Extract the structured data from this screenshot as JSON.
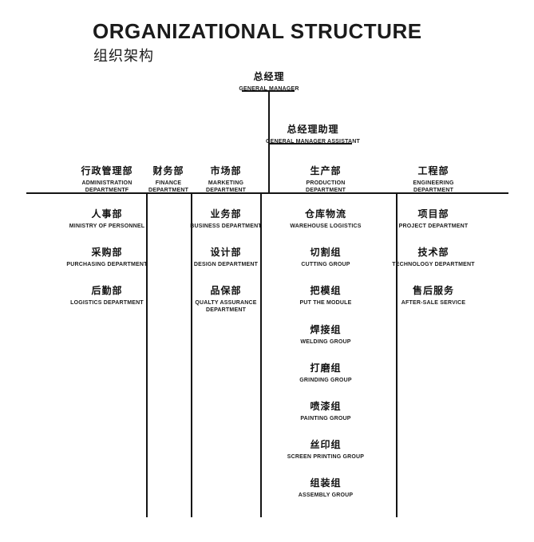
{
  "page": {
    "background": "#ffffff",
    "line_color": "#141414",
    "text_color": "#161616"
  },
  "header": {
    "title": "ORGANIZATIONAL STRUCTURE",
    "subtitle": "组织架构"
  },
  "org": {
    "root": {
      "zh": "总经理",
      "en": "GENERAL MANAGER"
    },
    "assistant": {
      "zh": "总经理助理",
      "en": "GENERAL MANAGER ASSISTANT"
    },
    "departments": [
      {
        "id": "administration",
        "zh": "行政管理部",
        "en": "ADMINISTRATION\nDEPARTMENTF",
        "items": [
          {
            "zh": "人事部",
            "en": "MINISTRY OF PERSONNEL"
          },
          {
            "zh": "采购部",
            "en": "PURCHASING DEPARTMENT"
          },
          {
            "zh": "后勤部",
            "en": "LOGISTICS DEPARTMENT"
          }
        ]
      },
      {
        "id": "finance",
        "zh": "财务部",
        "en": "FINANCE\nDEPARTMENT",
        "items": []
      },
      {
        "id": "marketing",
        "zh": "市场部",
        "en": "MARKETING\nDEPARTMENT",
        "items": [
          {
            "zh": "业务部",
            "en": "BUSINESS DEPARTMENT"
          },
          {
            "zh": "设计部",
            "en": "DESIGN DEPARTMENT"
          },
          {
            "zh": "品保部",
            "en": "QUALTY ASSURANCE\nDEPARTMENT"
          }
        ]
      },
      {
        "id": "production",
        "zh": "生产部",
        "en": "PRODUCTION\nDEPARTMENT",
        "items": [
          {
            "zh": "仓库物流",
            "en": "WAREHOUSE LOGISTICS"
          },
          {
            "zh": "切割组",
            "en": "CUTTING GROUP"
          },
          {
            "zh": "把模组",
            "en": "PUT THE MODULE"
          },
          {
            "zh": "焊接组",
            "en": "WELDING GROUP"
          },
          {
            "zh": "打磨组",
            "en": "GRINDING GROUP"
          },
          {
            "zh": "喷漆组",
            "en": "PAINTING GROUP"
          },
          {
            "zh": "丝印组",
            "en": "SCREEN PRINTING GROUP"
          },
          {
            "zh": "组装组",
            "en": "ASSEMBLY GROUP"
          }
        ]
      },
      {
        "id": "engineering",
        "zh": "工程部",
        "en": "ENGINEERING\nDEPARTMENT",
        "items": [
          {
            "zh": "项目部",
            "en": "PROJECT DEPARTMENT"
          },
          {
            "zh": "技术部",
            "en": "TECHNOLOGY DEPARTMENT"
          },
          {
            "zh": "售后服务",
            "en": "AFTER-SALE SERVICE"
          }
        ]
      }
    ]
  }
}
